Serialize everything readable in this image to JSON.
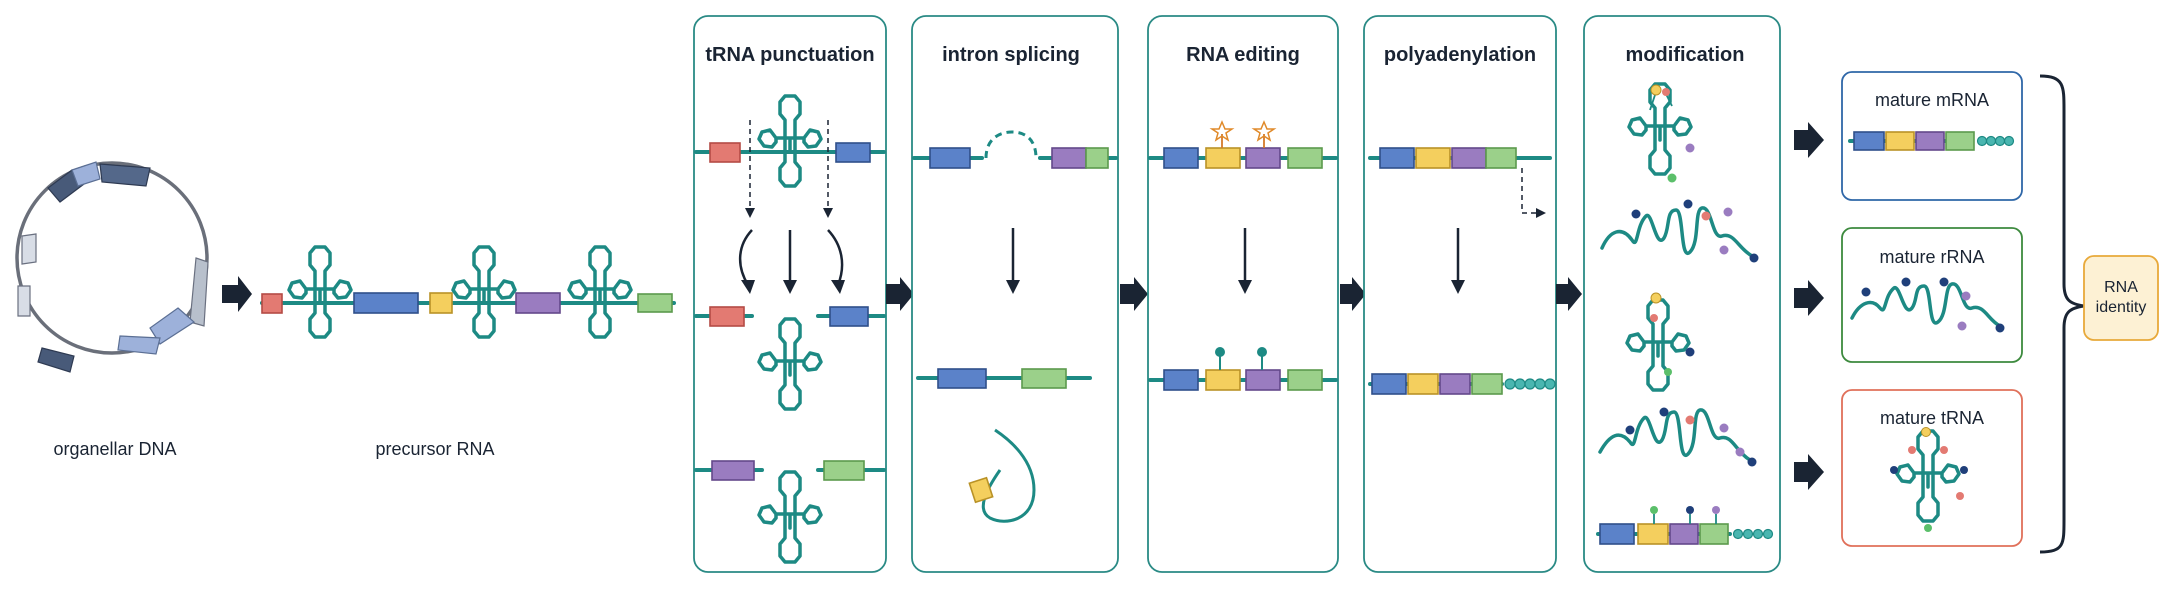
{
  "colors": {
    "teal": "#1d8a84",
    "red": "#e37a72",
    "blue": "#5b82c9",
    "yellow": "#f4cf5e",
    "purple": "#9a7cc0",
    "green": "#9bd08a",
    "navy": "#1a2433",
    "orange_box": "#f0a830"
  },
  "labels": {
    "dna": "organellar DNA",
    "precursor": "precursor RNA",
    "identity": "RNA identity"
  },
  "panels": [
    {
      "title": "tRNA punctuation"
    },
    {
      "title": "intron splicing"
    },
    {
      "title": "RNA editing"
    },
    {
      "title": "polyadenylation"
    },
    {
      "title": "modification"
    }
  ],
  "outputs": [
    {
      "title": "mature mRNA",
      "border": "#2f67a8"
    },
    {
      "title": "mature rRNA",
      "border": "#3d8a3e"
    },
    {
      "title": "mature tRNA",
      "border": "#e0705a"
    }
  ]
}
